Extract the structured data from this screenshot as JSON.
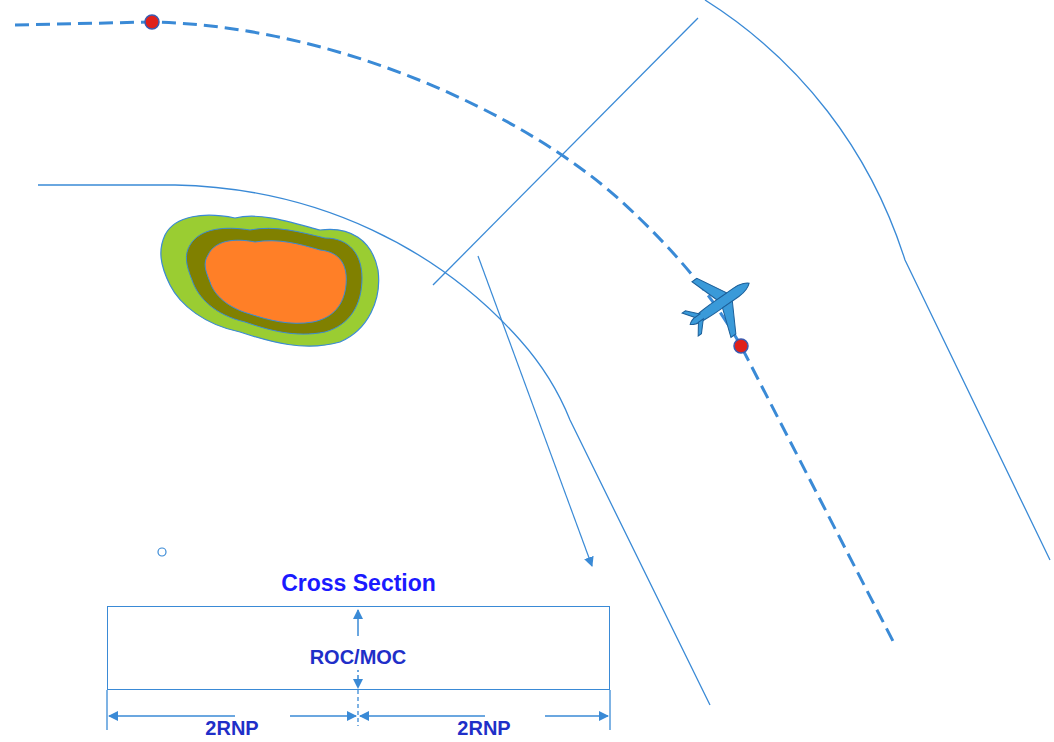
{
  "diagram": {
    "nodes": [
      {
        "text": [
          "Cross Section",
          "ROC/MOC"
        ]
      }
    ],
    "labels": [
      "2RNP",
      "2RNP"
    ]
  }
}
